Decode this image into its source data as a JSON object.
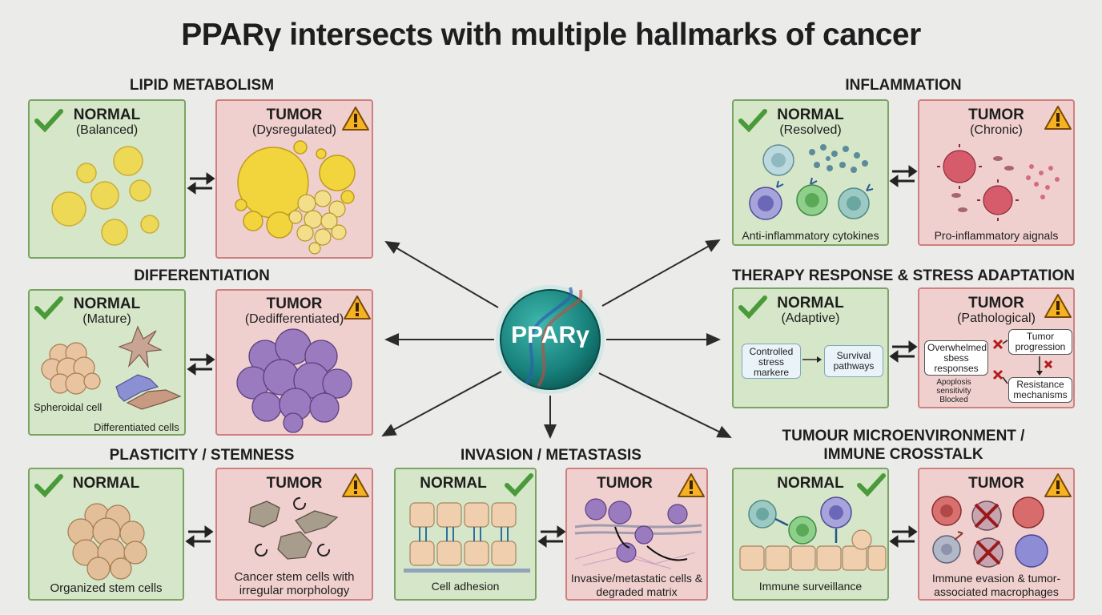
{
  "title": "PPARγ intersects with multiple hallmarks of cancer",
  "center_label": "PPARγ",
  "colors": {
    "normal_bg": "#d6e6c8",
    "normal_border": "#7aa462",
    "tumor_bg": "#f0d0cf",
    "tumor_border": "#cf7f7e",
    "center": "#1e8f88",
    "check": "#4a9a3a",
    "warning": "#f5b323"
  },
  "sections": {
    "lipid": {
      "title": "LIPID METABOLISM",
      "normal": {
        "heading": "NORMAL",
        "sub": "(Balanced)"
      },
      "tumor": {
        "heading": "TUMOR",
        "sub": "(Dysregulated)"
      }
    },
    "diff": {
      "title": "DIFFERENTIATION",
      "normal": {
        "heading": "NORMAL",
        "sub": "(Mature)",
        "label1": "Spheroidal cell",
        "label2": "Differentiated cells"
      },
      "tumor": {
        "heading": "TUMOR",
        "sub": "(Dedifferentiated)"
      }
    },
    "plast": {
      "title": "PLASTICITY / STEMNESS",
      "normal": {
        "heading": "NORMAL",
        "caption": "Organized stem cells"
      },
      "tumor": {
        "heading": "TUMOR",
        "caption": "Cancer stem cells with irregular morphology"
      }
    },
    "inv": {
      "title": "INVASION / METASTASIS",
      "normal": {
        "heading": "NORMAL",
        "caption": "Cell adhesion"
      },
      "tumor": {
        "heading": "TUMOR",
        "caption": "Invasive/metastatic cells & degraded matrix"
      }
    },
    "infl": {
      "title": "INFLAMMATION",
      "normal": {
        "heading": "NORMAL",
        "sub": "(Resolved)",
        "caption": "Anti-inflammatory cytokines"
      },
      "tumor": {
        "heading": "TUMOR",
        "sub": "(Chronic)",
        "caption": "Pro-inflammatory aignals"
      }
    },
    "ther": {
      "title": "THERAPY RESPONSE & STRESS ADAPTATION",
      "normal": {
        "heading": "NORMAL",
        "sub": "(Adaptive)",
        "box1": "Controlled stress markere",
        "box2": "Survival pathways"
      },
      "tumor": {
        "heading": "TUMOR",
        "sub": "(Pathological)",
        "box1": "Overwhelmed sbess responses",
        "box2": "Tumor progression",
        "box3": "Resistance mechanisms",
        "note": "Apoplosis sensitivity Blocked"
      }
    },
    "tme": {
      "title_line1": "TUMOUR MICROENVIRONMENT /",
      "title_line2": "IMMUNE CROSSTALK",
      "normal": {
        "heading": "NORMAL",
        "caption": "Immune surveillance"
      },
      "tumor": {
        "heading": "TUMOR",
        "caption": "Immune evasion & tumor-associated macrophages"
      }
    }
  }
}
